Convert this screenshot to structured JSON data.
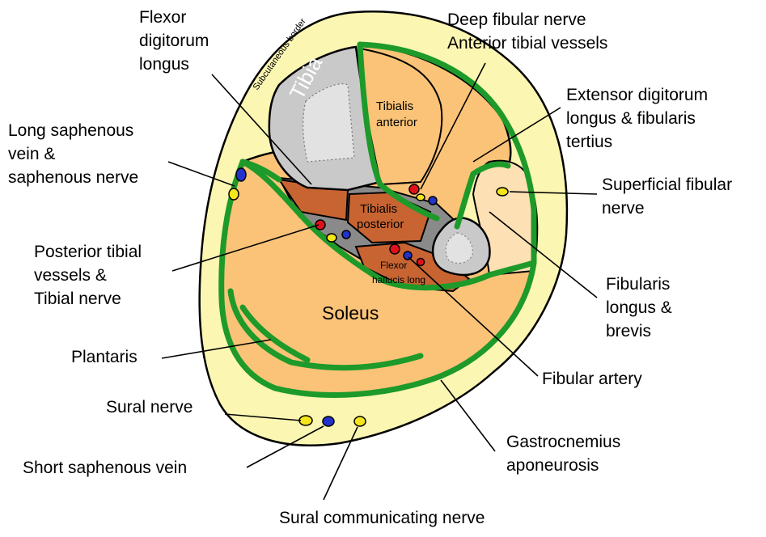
{
  "colors": {
    "skin": "#fbf6b2",
    "fascia": "#1d9a2a",
    "muscle": "#fbc377",
    "deep_muscle": "#c86432",
    "lateral": "#fde0b4",
    "bone": "#c9c9c9",
    "artery": "#e0101a",
    "vein": "#2233cc",
    "nerve": "#f4e61a",
    "space": "#8a8a8a"
  },
  "labels": {
    "fdl": [
      "Flexor",
      "digitorum",
      "longus"
    ],
    "subcutaneous": "Subcutaneous border",
    "deep_fibular": [
      "Deep fibular nerve",
      "Anterior tibial vessels"
    ],
    "edl": [
      "Extensor digitorum",
      "longus & fibularis",
      "tertius"
    ],
    "long_saphenous": [
      "Long saphenous",
      "vein &",
      "saphenous nerve"
    ],
    "superficial_fibular": [
      "Superficial fibular",
      "nerve"
    ],
    "posterior_tibial": [
      "Posterior tibial",
      "vessels &",
      "Tibial nerve"
    ],
    "fibularis": [
      "Fibularis",
      "longus &",
      "brevis"
    ],
    "plantaris": "Plantaris",
    "fibular_artery": "Fibular artery",
    "sural_nerve": "Sural nerve",
    "gastrocnemius": [
      "Gastrocnemius",
      "aponeurosis"
    ],
    "short_saphenous": "Short saphenous vein",
    "sural_communicating": "Sural communicating nerve"
  },
  "inner": {
    "tibia": "Tibia",
    "tibialis_anterior": [
      "Tibialis",
      "anterior"
    ],
    "tibialis_posterior": [
      "Tibialis",
      "posterior"
    ],
    "fhl": [
      "Flexor",
      "hallucis long"
    ],
    "soleus": "Soleus"
  }
}
